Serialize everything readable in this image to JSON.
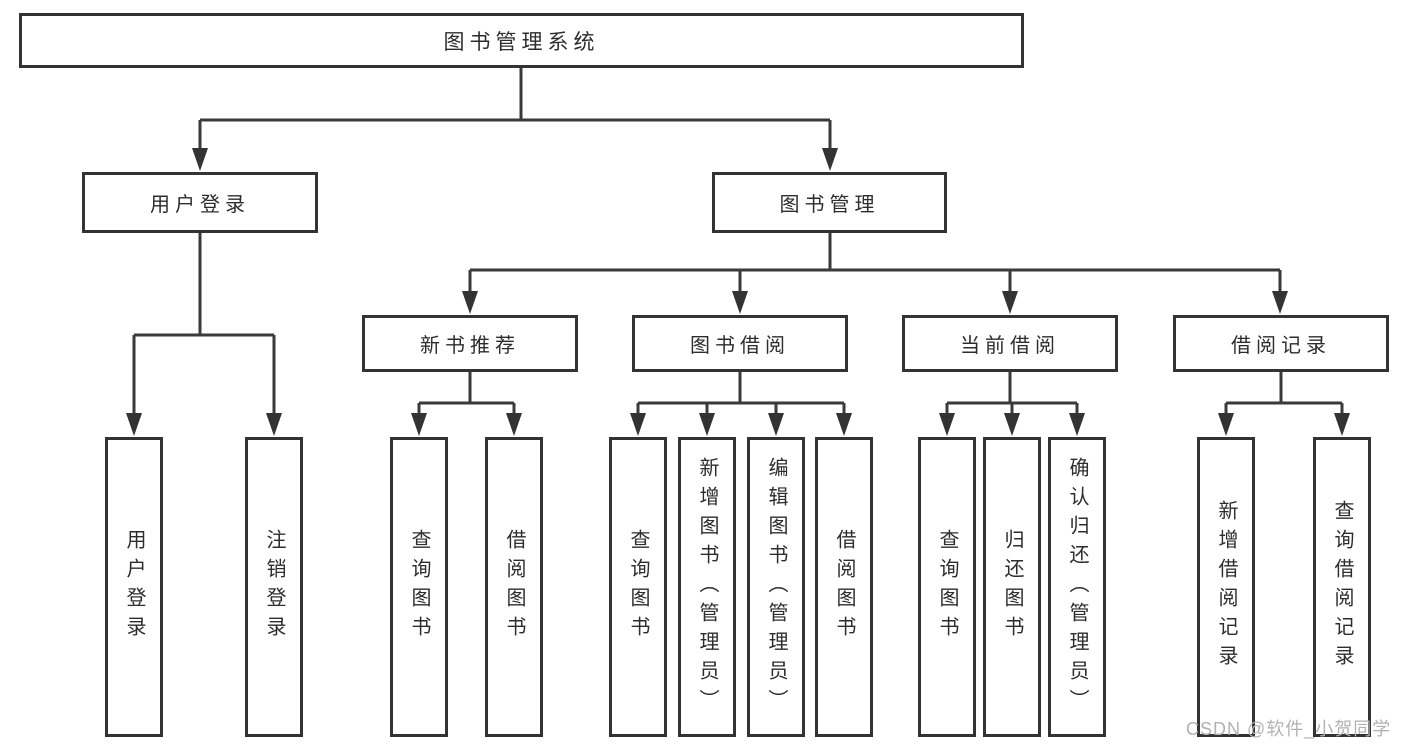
{
  "diagram_title": "图书管理系统",
  "nodes": {
    "root": "图书管理系统",
    "user_login_branch": "用户登录",
    "book_management": "图书管理",
    "new_books": "新书推荐",
    "book_borrowing": "图书借阅",
    "current_borrowing": "当前借阅",
    "borrow_records": "借阅记录"
  },
  "leaves": [
    {
      "parent": "用户登录",
      "label": "用户登录"
    },
    {
      "parent": "用户登录",
      "label": "注销登录"
    },
    {
      "parent": "新书推荐",
      "label": "查询图书"
    },
    {
      "parent": "新书推荐",
      "label": "借阅图书"
    },
    {
      "parent": "图书借阅",
      "label": "查询图书"
    },
    {
      "parent": "图书借阅",
      "label": "新增图书（管理员）"
    },
    {
      "parent": "图书借阅",
      "label": "编辑图书（管理员）"
    },
    {
      "parent": "图书借阅",
      "label": "借阅图书"
    },
    {
      "parent": "当前借阅",
      "label": "查询图书"
    },
    {
      "parent": "当前借阅",
      "label": "归还图书"
    },
    {
      "parent": "当前借阅",
      "label": "确认归还（管理员）"
    },
    {
      "parent": "借阅记录",
      "label": "新增借阅记录"
    },
    {
      "parent": "借阅记录",
      "label": "查询借阅记录"
    }
  ],
  "watermark": "CSDN @软件_小贺同学",
  "colors": {
    "line": "#3a3a3a",
    "box_border": "#333333",
    "text": "#2d2d2d",
    "watermark": "#b2b2b2",
    "background": "#ffffff"
  }
}
